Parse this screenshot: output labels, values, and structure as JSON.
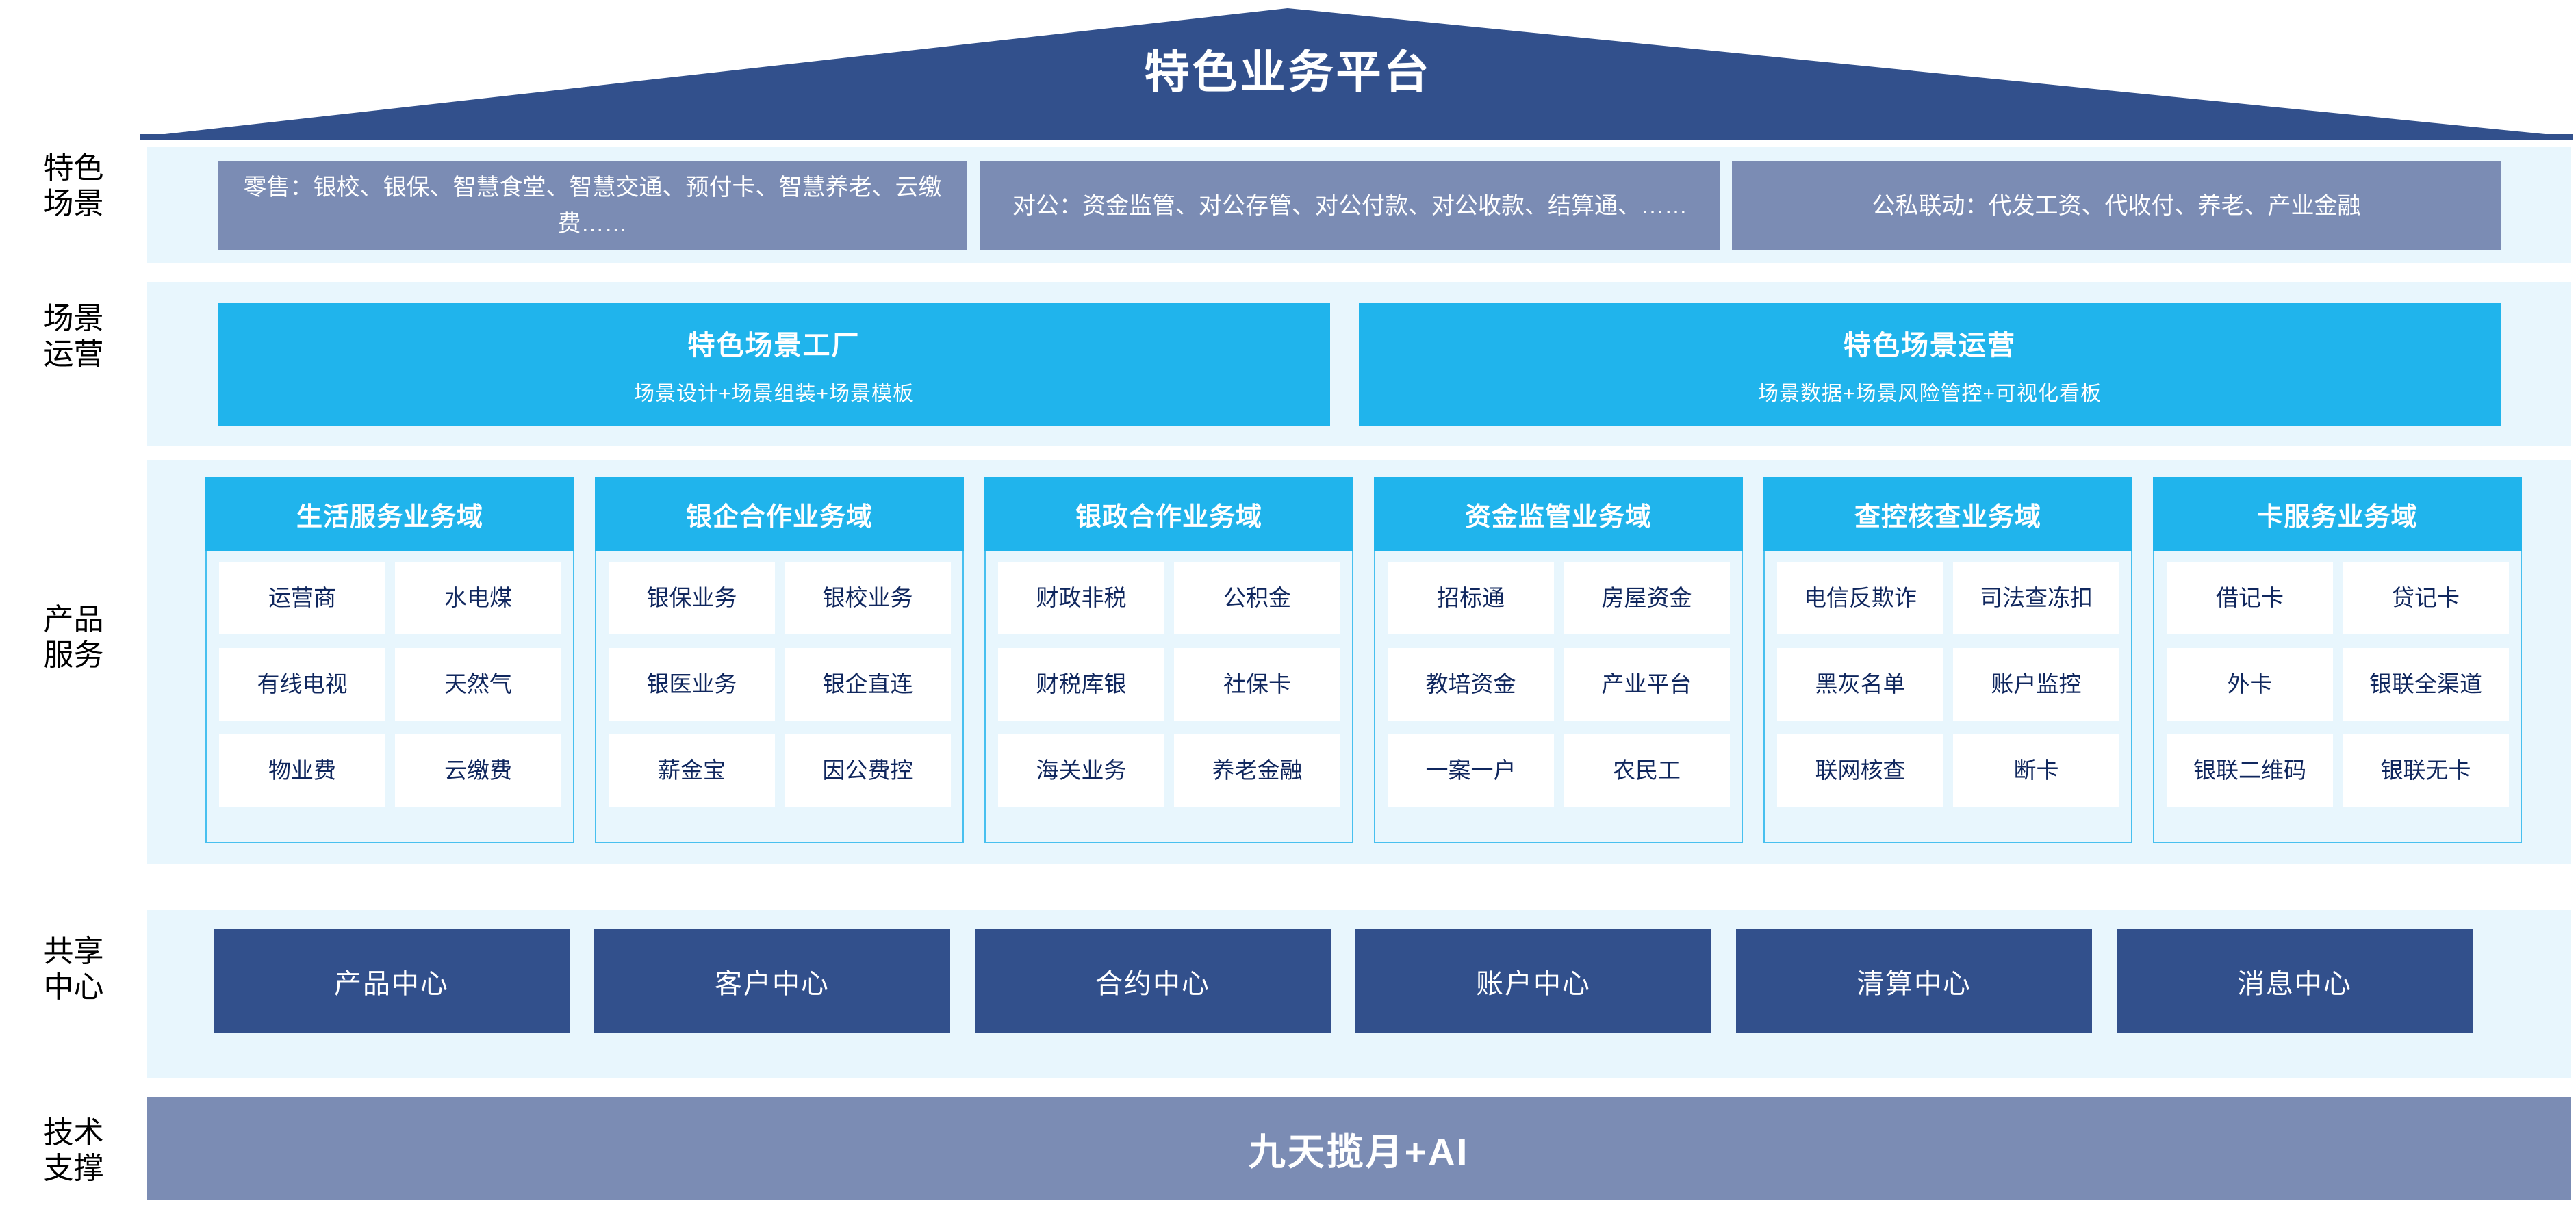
{
  "colors": {
    "roof": "#32508c",
    "band_bg": "#e8f6fd",
    "scene_box": "#7b8cb4",
    "cyan": "#20b4ec",
    "cyan_border": "#47c0ef",
    "center_box": "#32508c",
    "tech_bar": "#7b8cb4",
    "cell_text": "#10275e"
  },
  "header": {
    "title": "特色业务平台"
  },
  "rows": {
    "scene": {
      "label_line1": "特色",
      "label_line2": "场景",
      "boxes": [
        {
          "text": "零售：银校、银保、智慧食堂、智慧交通、预付卡、智慧养老、云缴费……"
        },
        {
          "text": "对公：资金监管、对公存管、对公付款、对公收款、结算通、……"
        },
        {
          "text": "公私联动：代发工资、代收付、养老、产业金融"
        }
      ]
    },
    "operation": {
      "label_line1": "场景",
      "label_line2": "运营",
      "boxes": [
        {
          "title": "特色场景工厂",
          "subtitle": "场景设计+场景组装+场景模板"
        },
        {
          "title": "特色场景运营",
          "subtitle": "场景数据+场景风险管控+可视化看板"
        }
      ]
    },
    "product": {
      "label_line1": "产品",
      "label_line2": "服务",
      "domains": [
        {
          "title": "生活服务业务域",
          "items": [
            "运营商",
            "水电煤",
            "有线电视",
            "天然气",
            "物业费",
            "云缴费"
          ]
        },
        {
          "title": "银企合作业务域",
          "items": [
            "银保业务",
            "银校业务",
            "银医业务",
            "银企直连",
            "薪金宝",
            "因公费控"
          ]
        },
        {
          "title": "银政合作业务域",
          "items": [
            "财政非税",
            "公积金",
            "财税库银",
            "社保卡",
            "海关业务",
            "养老金融"
          ]
        },
        {
          "title": "资金监管业务域",
          "items": [
            "招标通",
            "房屋资金",
            "教培资金",
            "产业平台",
            "一案一户",
            "农民工"
          ]
        },
        {
          "title": "查控核查业务域",
          "items": [
            "电信\n反欺诈",
            "司法\n查冻扣",
            "黑灰名单",
            "账户监控",
            "联网核查",
            "断卡"
          ]
        },
        {
          "title": "卡服务业务域",
          "items": [
            "借记卡",
            "贷记卡",
            "外卡",
            "银联\n全渠道",
            "银联\n二维码",
            "银联无卡"
          ]
        }
      ]
    },
    "shared": {
      "label_line1": "共享",
      "label_line2": "中心",
      "boxes": [
        {
          "text": "产品中心"
        },
        {
          "text": "客户中心"
        },
        {
          "text": "合约中心"
        },
        {
          "text": "账户中心"
        },
        {
          "text": "清算中心"
        },
        {
          "text": "消息中心"
        }
      ]
    },
    "tech": {
      "label_line1": "技术",
      "label_line2": "支撑",
      "bar_text": "九天揽月+AI"
    }
  }
}
